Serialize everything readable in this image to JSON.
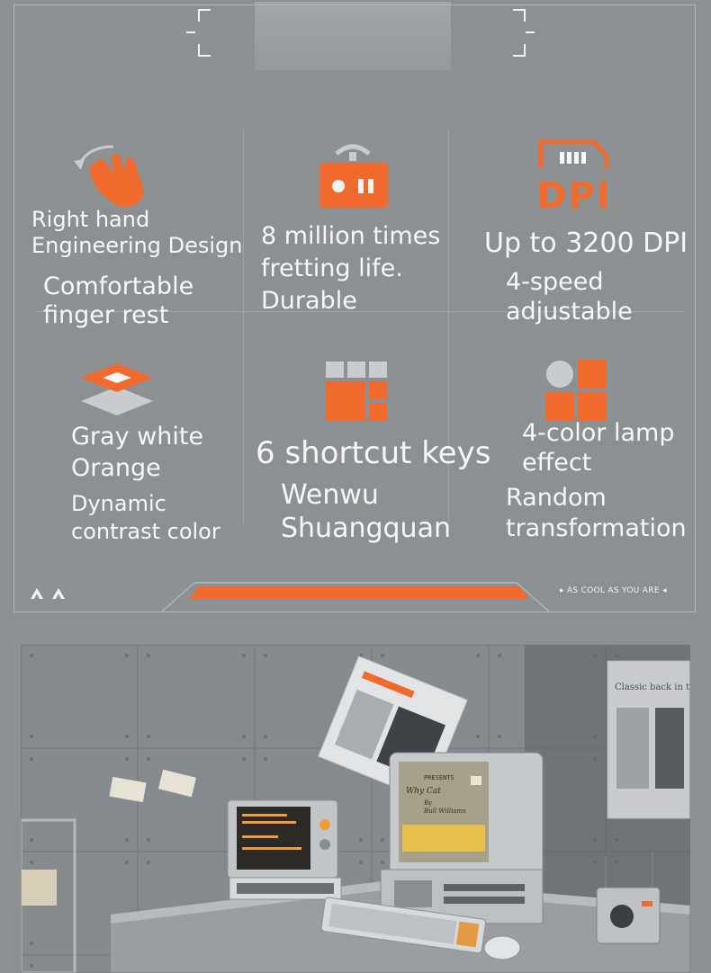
{
  "colors": {
    "accent": "#ef6a2c",
    "panel_bg": "#8d9093",
    "text": "#f6f6f6"
  },
  "features": [
    {
      "icon": "hand-icon",
      "title": [
        "Right hand",
        "Engineering Design"
      ],
      "desc": [
        "Comfortable",
        "finger rest"
      ]
    },
    {
      "icon": "switch-icon",
      "title": [
        "8 million times",
        "fretting life.",
        "Durable"
      ]
    },
    {
      "icon": "dpi-icon",
      "icon_text": "DPI",
      "title": [
        "Up to 3200 DPI"
      ],
      "desc": [
        "4-speed",
        "adjustable"
      ]
    },
    {
      "icon": "layers-icon",
      "title": [
        "Gray white",
        "Orange"
      ],
      "desc": [
        "Dynamic",
        "contrast color"
      ]
    },
    {
      "icon": "keys-icon",
      "title": [
        "6 shortcut keys"
      ],
      "desc": [
        "Wenwu",
        "Shuangquan"
      ]
    },
    {
      "icon": "lamp-icon",
      "title": [
        "4-color lamp",
        "effect"
      ],
      "desc": [
        "Random",
        "transformation"
      ]
    }
  ],
  "slogan": "▸ AS COOL AS YOU ARE ◂",
  "scene": {
    "poster_text": "Classic back in the digital age",
    "monitor_title": "PRESENTS",
    "monitor_sub": "Why Cat",
    "monitor_by": "By",
    "monitor_author": "Bull Williams"
  }
}
